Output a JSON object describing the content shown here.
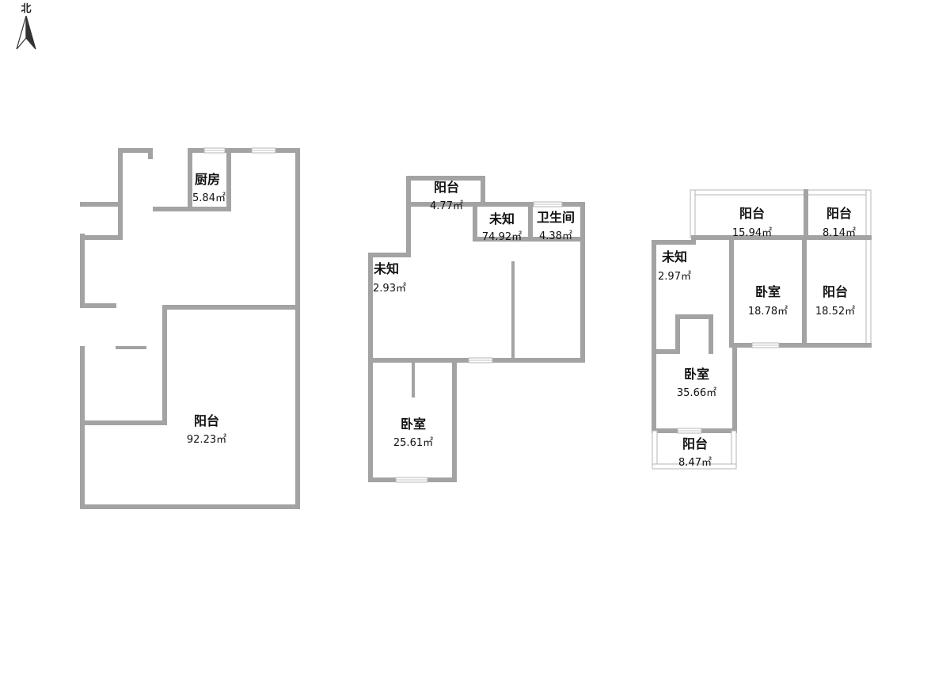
{
  "compass": {
    "label": "北"
  },
  "rooms": [
    {
      "id": "kitchen",
      "name": "厨房",
      "area": "5.84㎡"
    },
    {
      "id": "balcony-1",
      "name": "阳台",
      "area": "92.23㎡"
    },
    {
      "id": "balcony-2",
      "name": "阳台",
      "area": "4.77㎡"
    },
    {
      "id": "unknown-1",
      "name": "未知",
      "area": "74.92㎡"
    },
    {
      "id": "bathroom",
      "name": "卫生间",
      "area": "4.38㎡"
    },
    {
      "id": "unknown-2",
      "name": "未知",
      "area": "2.93㎡"
    },
    {
      "id": "bedroom-1",
      "name": "卧室",
      "area": "25.61㎡"
    },
    {
      "id": "balcony-3",
      "name": "阳台",
      "area": "15.94㎡"
    },
    {
      "id": "balcony-4",
      "name": "阳台",
      "area": "8.14㎡"
    },
    {
      "id": "unknown-3",
      "name": "未知",
      "area": "2.97㎡"
    },
    {
      "id": "bedroom-2",
      "name": "卧室",
      "area": "18.78㎡"
    },
    {
      "id": "balcony-5",
      "name": "阳台",
      "area": "18.52㎡"
    },
    {
      "id": "bedroom-3",
      "name": "卧室",
      "area": "35.66㎡"
    },
    {
      "id": "balcony-6",
      "name": "阳台",
      "area": "8.47㎡"
    }
  ]
}
